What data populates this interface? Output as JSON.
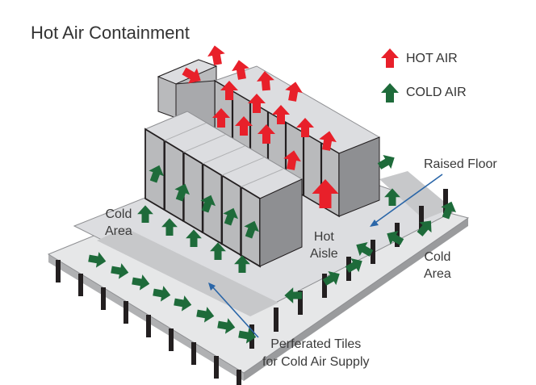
{
  "title": "Hot Air Containment",
  "legend": {
    "hot": {
      "label": "HOT AIR",
      "color": "#e8202a",
      "icon": "hot-air-arrow-icon"
    },
    "cold": {
      "label": "COLD AIR",
      "color": "#1e6b3a",
      "icon": "cold-air-arrow-icon"
    }
  },
  "labels": {
    "raised_floor": "Raised Floor",
    "cold_area_left": [
      "Cold",
      "Area"
    ],
    "hot_aisle": [
      "Hot",
      "Aisle"
    ],
    "cold_area_right": [
      "Cold",
      "Area"
    ],
    "perforated_tiles": [
      "Perferated Tiles",
      "for Cold Air Supply"
    ]
  },
  "colors": {
    "platform_top": "#e6e7e8",
    "tile": "#c7c8ca",
    "rack_face": "#b9babc",
    "rack_frame": "#231f20",
    "rack_top": "#dcdde0",
    "rack_side": "#8e8f92",
    "leg": "#231f20",
    "callout": "#2a66a8"
  }
}
